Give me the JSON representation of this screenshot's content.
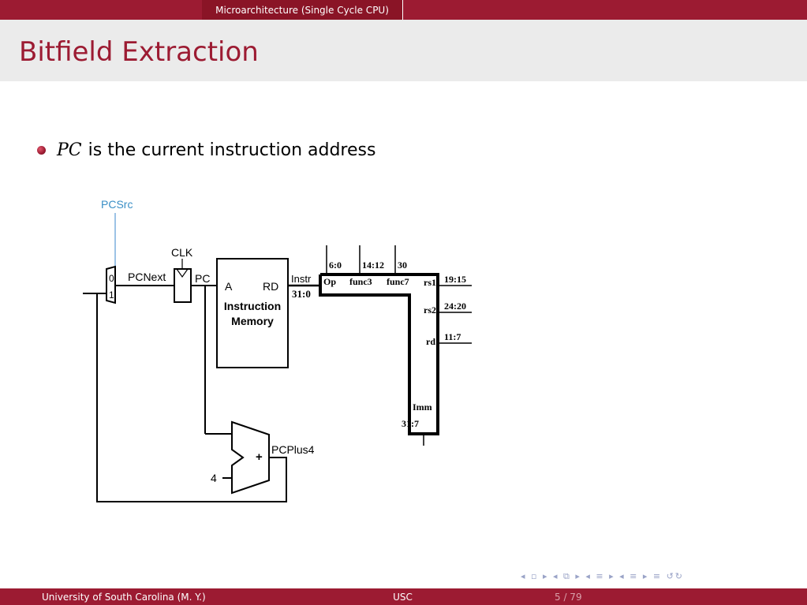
{
  "header": {
    "section": "Microarchitecture (Single Cycle CPU)"
  },
  "slide": {
    "title": "Bitfield Extraction",
    "bullets": [
      {
        "math": "PC",
        "text": "is the current instruction address"
      }
    ]
  },
  "diagram": {
    "labels": {
      "pcsrc": "PCSrc",
      "clk": "CLK",
      "mux_0": "0",
      "mux_1": "1",
      "pcnext": "PCNext",
      "pc": "PC",
      "mem_a": "A",
      "mem_rd": "RD",
      "mem_title_1": "Instruction",
      "mem_title_2": "Memory",
      "instr": "Instr",
      "instr_range": "31:0",
      "pcplus4": "PCPlus4",
      "four": "4",
      "plus": "+"
    },
    "fields": {
      "op": "Op",
      "func3": "func3",
      "func7": "func7",
      "rs1": "rs1",
      "rs2": "rs2",
      "rd": "rd",
      "imm": "Imm",
      "bits_op": "6:0",
      "bits_func3": "14:12",
      "bits_func7": "30",
      "bits_rs1": "19:15",
      "bits_rs2": "24:20",
      "bits_rd": "11:7",
      "bits_imm": "31:7"
    }
  },
  "footer": {
    "left": "University of South Carolina  (M. Y.)",
    "middle": "USC",
    "right": "5 / 79"
  },
  "nav": {
    "symbols": "◂ ▫ ▸ ◂ ⧉ ▸ ◂ ≡ ▸ ◂ ≡ ▸   ≡   ↺↻"
  }
}
